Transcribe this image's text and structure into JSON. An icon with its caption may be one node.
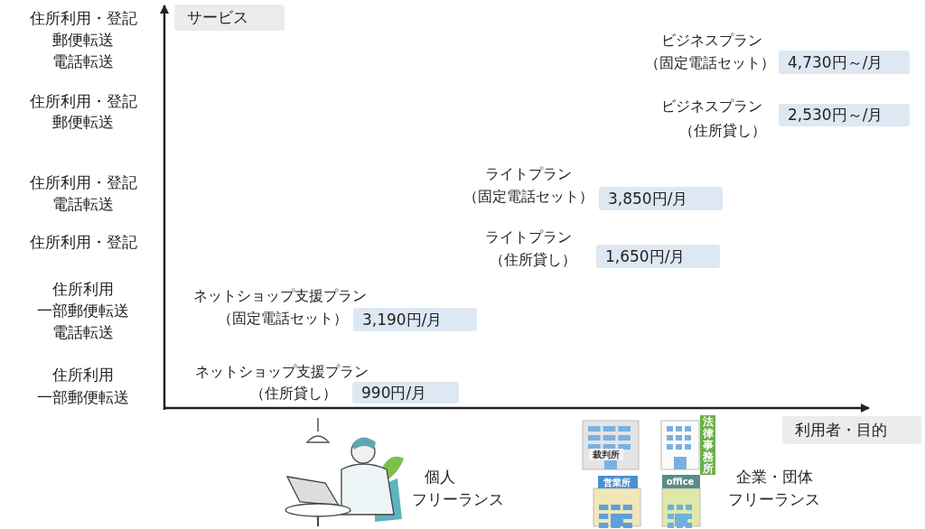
{
  "diagram": {
    "labels": [
      "住所利用・登記",
      "郵便転送",
      "電話転送",
      "サービス",
      "ビジネスプラン",
      "（固定電話セット）",
      "4,730円～/月",
      "住所利用・登記",
      "郵便転送",
      "ビジネスプラン",
      "（住所貸し）",
      "2,530円～/月",
      "住所利用・登記",
      "電話転送",
      "ライトプラン",
      "（固定電話セット）",
      "3,850円/月",
      "住所利用・登記",
      "ライトプラン",
      "（住所貸し）",
      "1,650円/月",
      "住所利用",
      "一部郵便転送",
      "電話転送",
      "ネットショップ支援プラン",
      "（固定電話セット）",
      "3,190円/月",
      "住所利用",
      "一部郵便転送",
      "ネットショップ支援プラン",
      "（住所貸し）",
      "990円/月",
      "利用者・目的",
      "裁判所",
      "法律事務所",
      "営業所",
      "office",
      "個人",
      "フリーランス",
      "企業・団体",
      "フリーランス"
    ]
  }
}
